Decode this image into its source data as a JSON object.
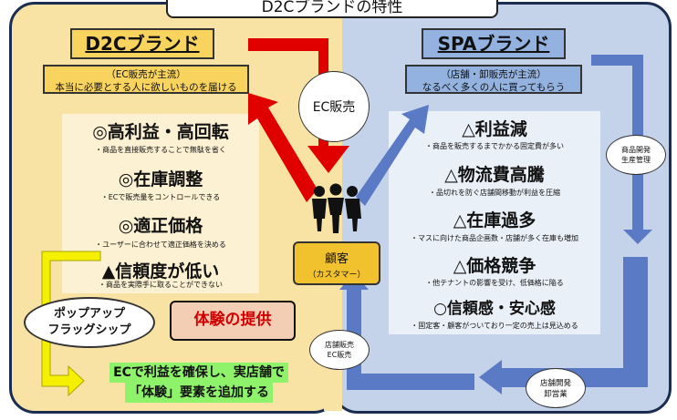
{
  "title": "D2Cブランドの特性",
  "d2c": {
    "brand_label": "D2Cブランド",
    "subtitle_line1": "（EC販売が主流）",
    "subtitle_line2": "本当に必要とする人に欲しいものを届ける",
    "items": [
      {
        "heading": "◎高利益・高回転",
        "sub": "・商品を直接販売することで無駄を省く"
      },
      {
        "heading": "◎在庫調整",
        "sub": "・ECで販売量をコントロールできる"
      },
      {
        "heading": "◎適正価格",
        "sub": "・ユーザーに合わせて適正価格を決める"
      },
      {
        "heading": "▲信頼度が低い",
        "sub": "・商品を実際手に取ることができない"
      }
    ],
    "popup_line1": "ポップアップ",
    "popup_line2": "フラッグシップ",
    "experience": "体験の提供",
    "conclusion_line1": "ECで利益を確保し、実店舗で",
    "conclusion_line2": "「体験」要素を追加する"
  },
  "spa": {
    "brand_label": "SPAブランド",
    "subtitle_line1": "（店舗・卸販売が主流）",
    "subtitle_line2": "なるべく多くの人に買ってもらう",
    "items": [
      {
        "heading": "△利益減",
        "sub": "・商品を販売するまでかかる固定費が多い"
      },
      {
        "heading": "△物流費高騰",
        "sub": "・品切れを防ぐ店舗間移動が利益を圧縮"
      },
      {
        "heading": "△在庫過多",
        "sub": "・マスに向けた商品企画数・店舗が多く在庫も増加"
      },
      {
        "heading": "△価格競争",
        "sub": "・他テナントの影響を受け、低価格に陥る"
      },
      {
        "heading": "○信頼感・安心感",
        "sub": "・固定客・顧客がついており一定の売上は見込める"
      }
    ],
    "product_dev_line1": "商品開発",
    "product_dev_line2": "生産管理",
    "store_dev_line1": "店舗開発",
    "store_dev_line2": "卸営業",
    "store_sales_line1": "店舗販売",
    "store_sales_line2": "EC販売"
  },
  "ec_sales": "EC販売",
  "customer": {
    "line1": "顧客",
    "line2": "（カスタマー）"
  },
  "colors": {
    "d2c_bg": "#f9e3a4",
    "spa_bg": "#c4d3ea",
    "red_arrow": "#e10000",
    "blue_arrow": "#5b7ac6",
    "yellow_arrow": "#f4f000",
    "experience_bg": "#f4cdb5",
    "conclusion_bg": "#8ef36a",
    "customer_box": "#f2c12e"
  }
}
